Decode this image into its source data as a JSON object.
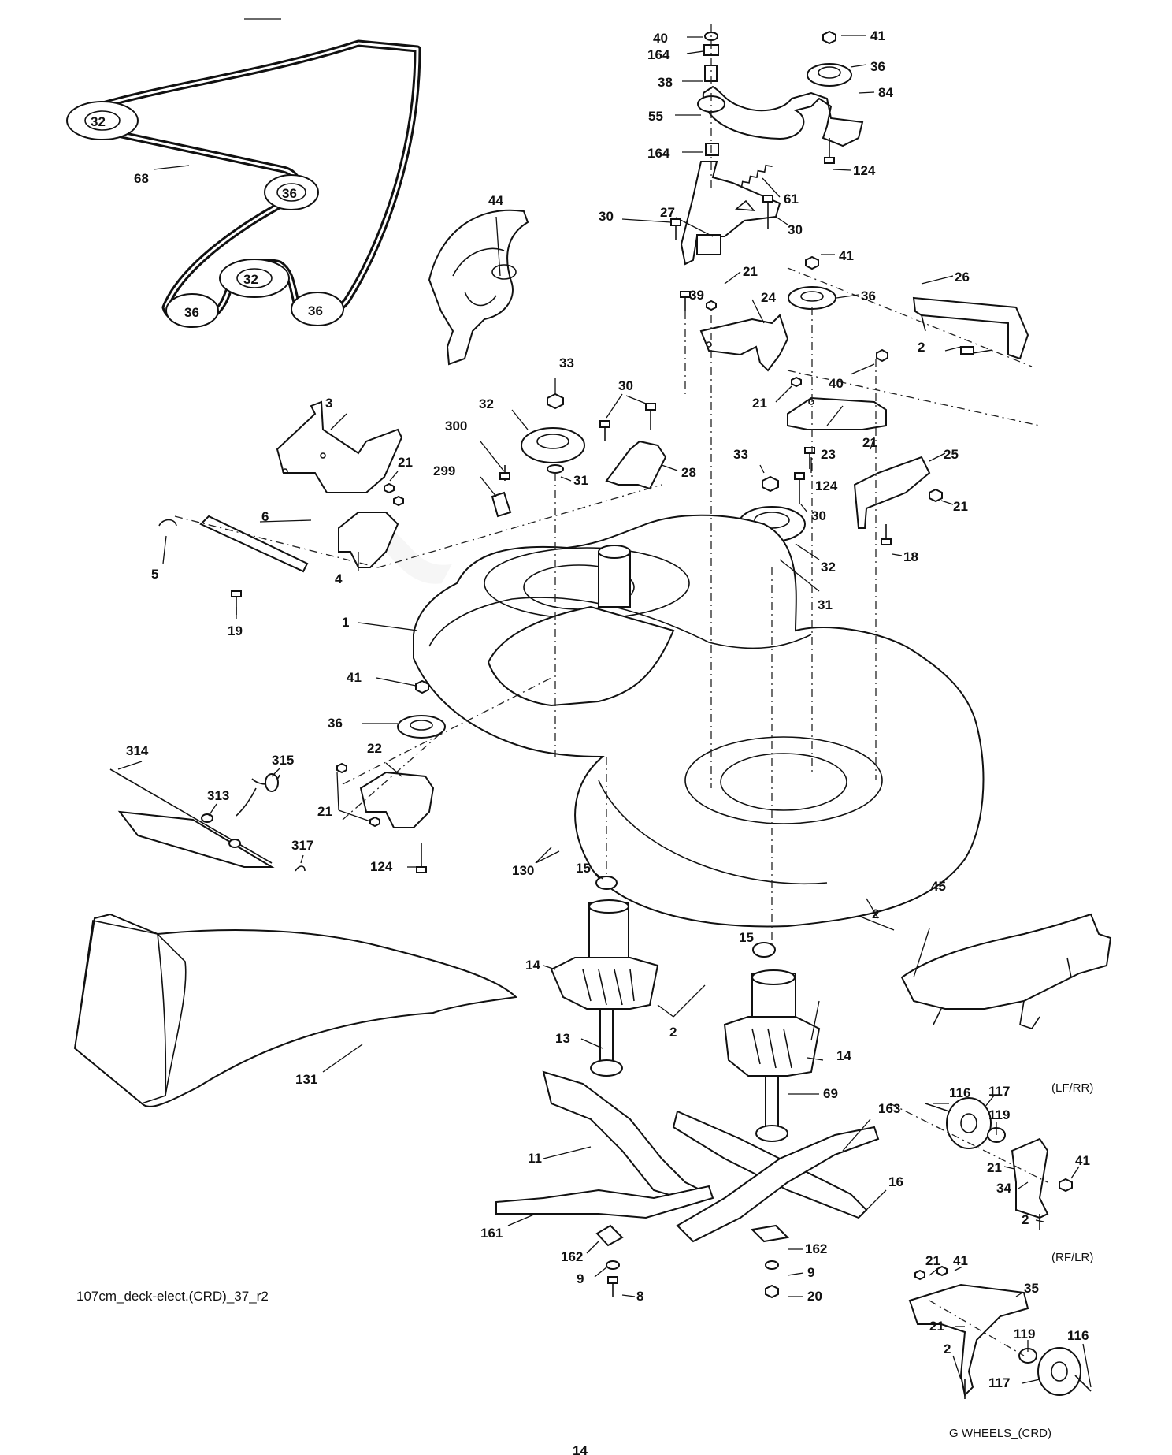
{
  "footer": {
    "diagram_ref": "107cm_deck-elect.(CRD)_37_r2",
    "wheels_ref": "G WHEELS_(CRD)",
    "page_number": "14"
  },
  "variants": {
    "lf_rr": "(LF/RR)",
    "rf_lr": "(RF/LR)"
  },
  "belt_pulleys": [
    "32",
    "36",
    "32",
    "36",
    "36"
  ],
  "callouts": [
    "40",
    "164",
    "38",
    "55",
    "164",
    "41",
    "36",
    "84",
    "124",
    "61",
    "27",
    "30",
    "30",
    "41",
    "21",
    "39",
    "36",
    "24",
    "26",
    "2",
    "40",
    "21",
    "23",
    "21",
    "25",
    "21",
    "18",
    "124",
    "30",
    "33",
    "32",
    "31",
    "44",
    "68",
    "3",
    "21",
    "6",
    "5",
    "4",
    "19",
    "33",
    "32",
    "30",
    "28",
    "31",
    "300",
    "299",
    "1",
    "41",
    "36",
    "22",
    "21",
    "124",
    "314",
    "315",
    "313",
    "317",
    "130",
    "15",
    "14",
    "13",
    "2",
    "2",
    "15",
    "14",
    "69",
    "45",
    "131",
    "11",
    "161",
    "162",
    "9",
    "8",
    "163",
    "16",
    "162",
    "9",
    "20",
    "116",
    "117",
    "119",
    "21",
    "41",
    "34",
    "2",
    "21",
    "41",
    "35",
    "119",
    "21",
    "116",
    "2",
    "117"
  ]
}
